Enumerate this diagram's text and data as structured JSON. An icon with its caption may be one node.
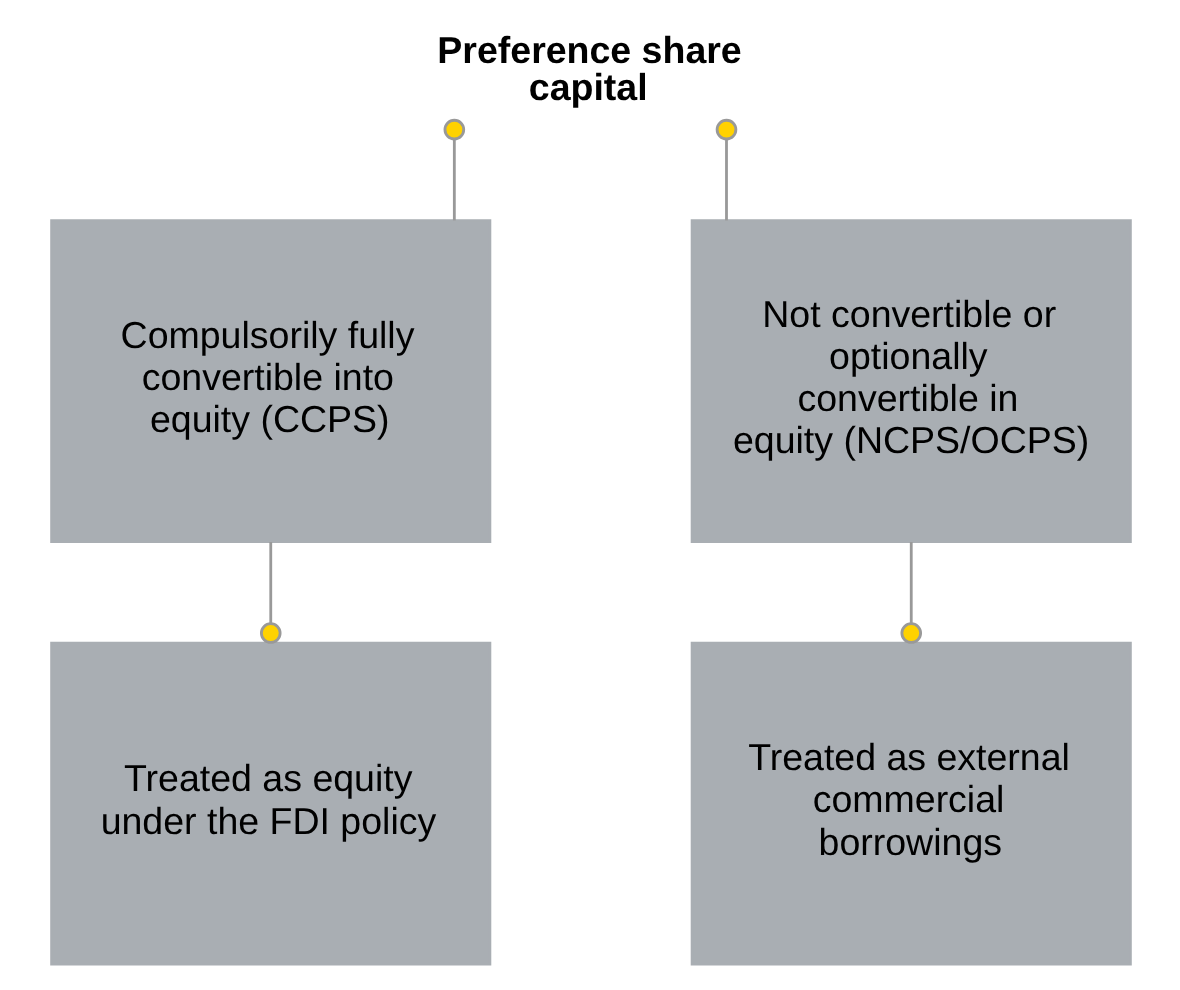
{
  "diagram": {
    "nodes": [
      {
        "text": [
          "Preference share capital"
        ]
      },
      {
        "text": [
          "Compulsorily fully convertible into equity (CCPS)"
        ]
      },
      {
        "text": [
          "Not convertible or optionally convertible in equity (NCPS/OCPS)"
        ]
      },
      {
        "text": [
          "Treated as equity under the FDI policy"
        ]
      },
      {
        "text": [
          "Treated as external commercial borrowings"
        ]
      }
    ],
    "edges": [
      {
        "from": 0,
        "to": 1,
        "arrow": "other"
      },
      {
        "from": 0,
        "to": 2,
        "arrow": "other"
      },
      {
        "from": 3,
        "to": 1,
        "arrow": "other"
      },
      {
        "from": 4,
        "to": 2,
        "arrow": "other"
      }
    ]
  }
}
